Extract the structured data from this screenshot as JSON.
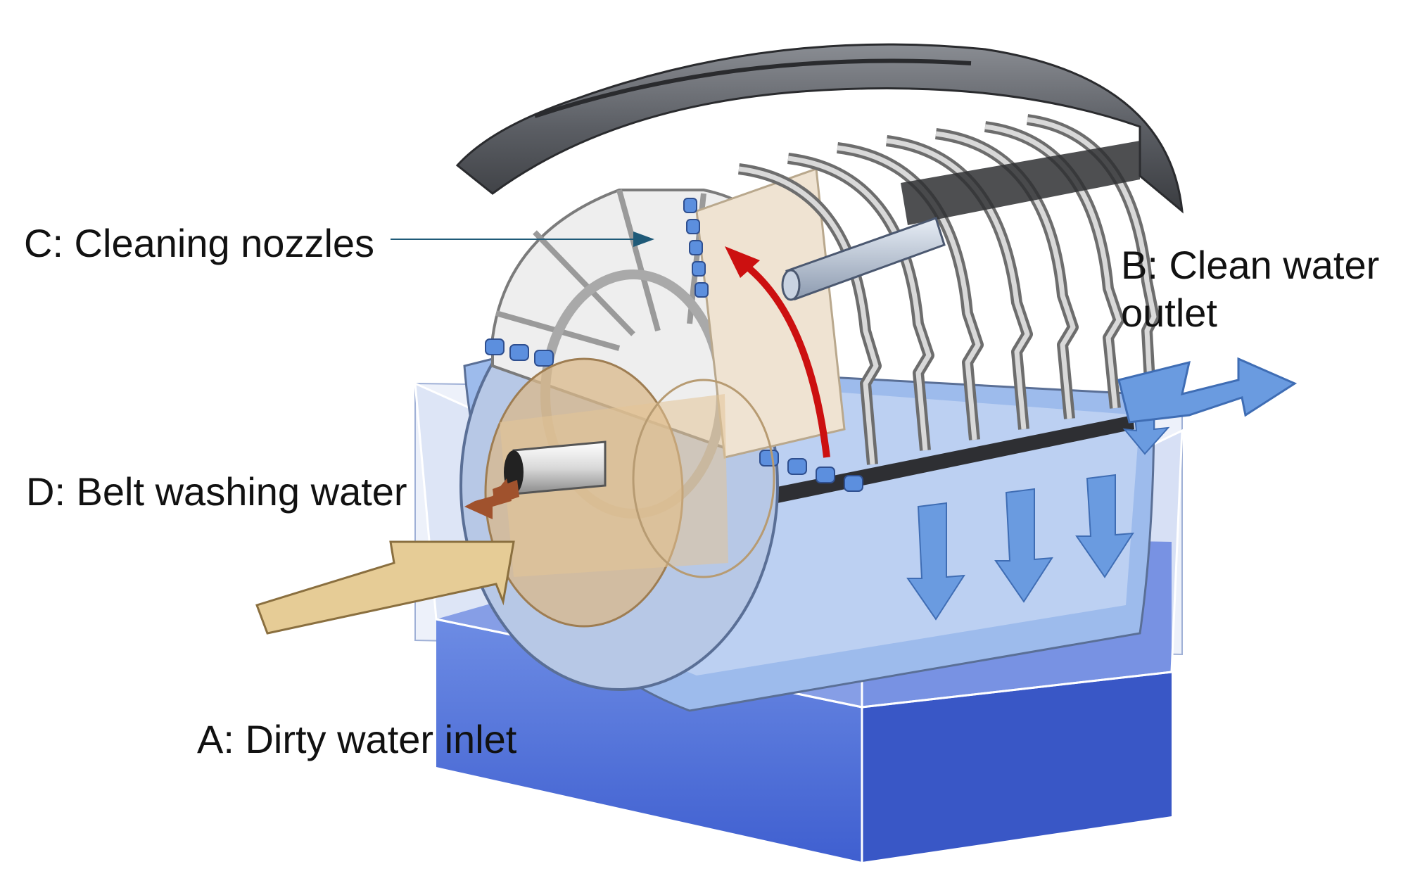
{
  "labels": {
    "cleaning_nozzles": "C: Cleaning nozzles",
    "belt_washing_water": "D: Belt washing water",
    "dirty_water_inlet": "A: Dirty water inlet",
    "clean_water_outlet_line1": "B: Clean water",
    "clean_water_outlet_line2": "outlet"
  },
  "colors": {
    "tank_water": "#4a6bd6",
    "screen_blue": "#8fb0e8",
    "outlet_arrow": "#6a9be0",
    "inlet_arrow": "#e6cc96",
    "washing_arrow": "#a0522d",
    "rotation_arrow": "#cc1010",
    "hood": "#55585e",
    "pointer_line": "#1f5a78"
  }
}
